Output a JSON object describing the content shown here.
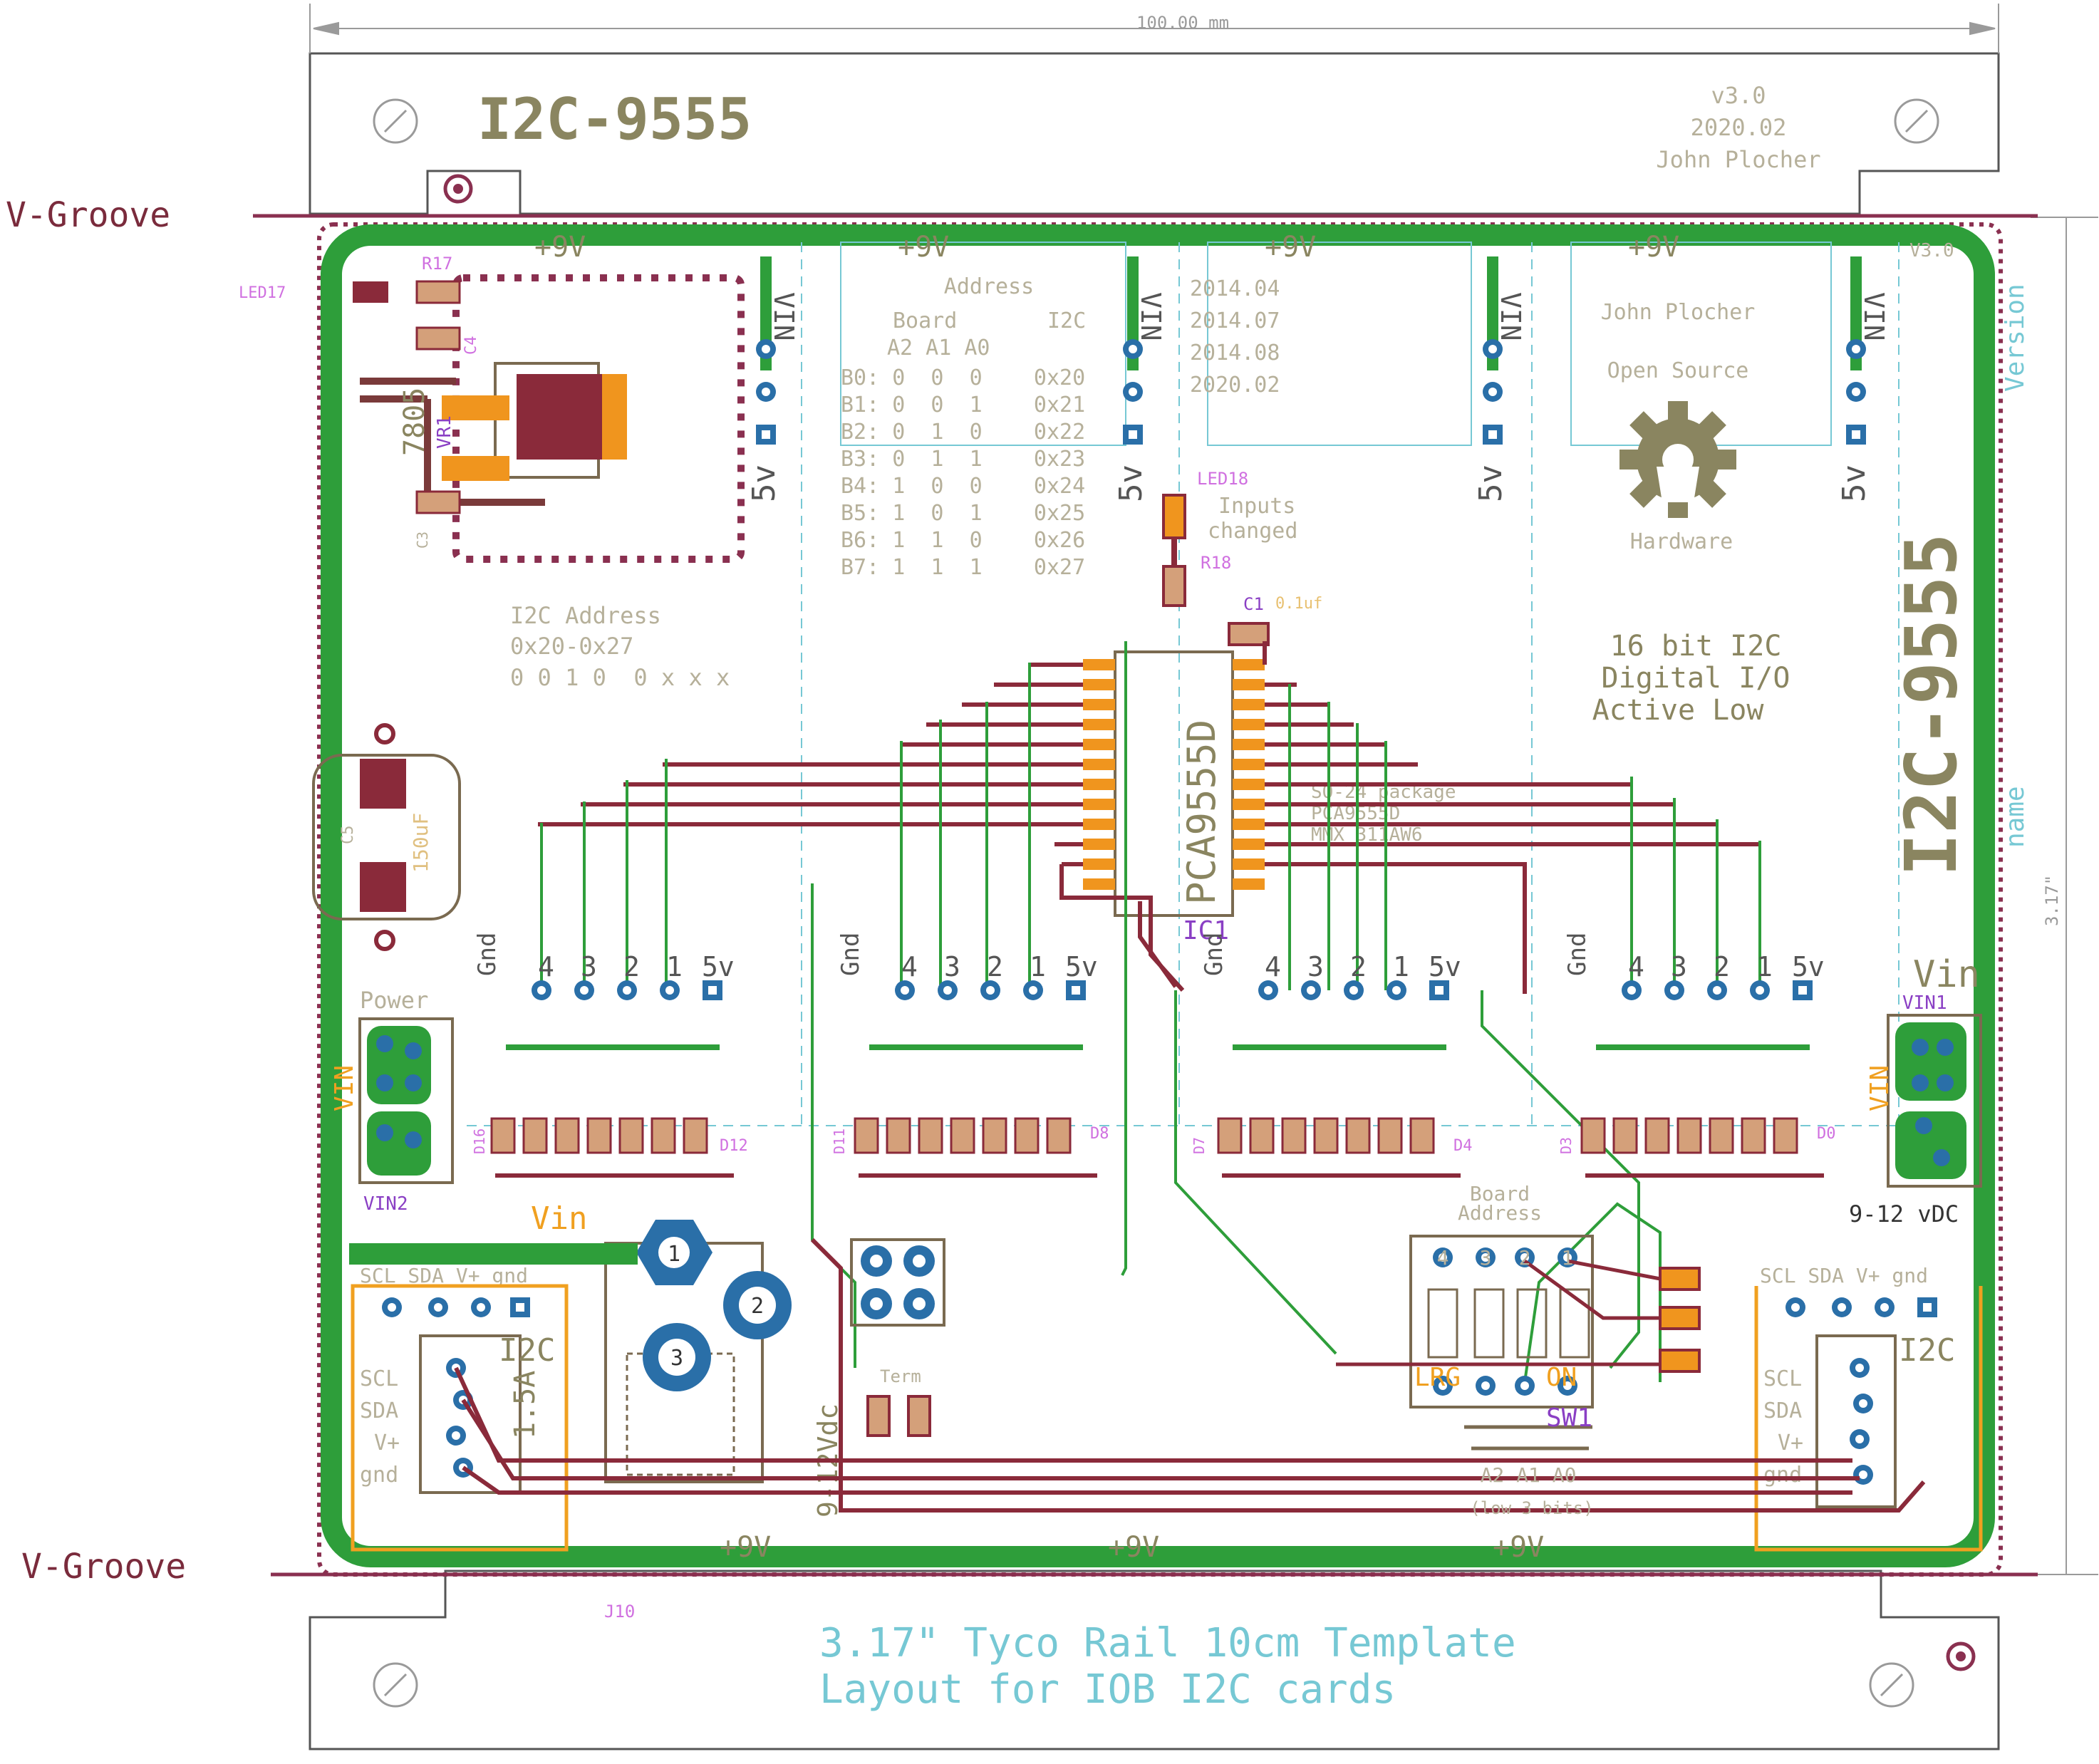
{
  "dimension_label": "100.00 mm",
  "height_label": "3.17\"",
  "top_left_title": "I2C-9555",
  "version_block": {
    "line1": "v3.0",
    "line2": "2020.02",
    "line3": "John Plocher"
  },
  "vgroove_top": "V-Groove",
  "vgroove_bottom": "V-Groove",
  "side_name": "I2C-9555",
  "side_version": "Version",
  "side_name_label": "name",
  "small_version": "V3.0",
  "led17": "LED17",
  "r17": "R17",
  "c4": "C4",
  "vr1": "VR1",
  "reg_part": "7805",
  "c5": "C5",
  "c5_value": "150uF",
  "c3": "C3",
  "plus9v": "+9V",
  "vin_label": "VIN",
  "fivev_label": "5v",
  "address_table": {
    "title": "Address",
    "header1": "Board",
    "header2": "I2C",
    "subheader": "A2 A1 A0",
    "rows": [
      "B0: 0  0  0    0x20",
      "B1: 0  0  1    0x21",
      "B2: 0  1  0    0x22",
      "B3: 0  1  1    0x23",
      "B4: 1  0  0    0x24",
      "B5: 1  0  1    0x25",
      "B6: 1  1  0    0x26",
      "B7: 1  1  1    0x27"
    ]
  },
  "dates": [
    "2014.04",
    "2014.07",
    "2014.08",
    "2020.02"
  ],
  "author": "John Plocher",
  "open_source": "Open Source",
  "hardware": "Hardware",
  "led18": "LED18",
  "inputs_changed": [
    "Inputs",
    "changed"
  ],
  "r18": "R18",
  "c1": "C1",
  "c1_value": "0.1uf",
  "i2c_address_block": {
    "line1": "I2C Address",
    "line2": "0x20-0x27",
    "line3": "0 0 1 0  0 x x x"
  },
  "description": [
    "16 bit I2C",
    "Digital I/O",
    "Active Low"
  ],
  "chip_label": "PCA9555D",
  "ic_ref": "IC1",
  "package_notes": [
    "SO-24 package",
    "PCA9555D",
    "MMX 311AW6"
  ],
  "header_labels": [
    "Gnd",
    "4",
    "3",
    "2",
    "1",
    "5v"
  ],
  "diode_refs": [
    "D16",
    "D12",
    "D8",
    "D4",
    "D0",
    "D11",
    "D7",
    "D3"
  ],
  "power_label": "Power",
  "vin1": "VIN1",
  "vin2": "VIN2",
  "vin_big": "Vin",
  "voltage_spec": "9-12 vDC",
  "jack_label": "9-12Vdc",
  "jack_pins": [
    "1",
    "2",
    "3"
  ],
  "i2c_conn": {
    "top_labels": "SCL SDA V+ gnd",
    "title": "I2C",
    "current": "1.5A",
    "side_labels": [
      "SCL",
      "SDA",
      "V+",
      "gnd"
    ]
  },
  "board_address": [
    "Board",
    "Address"
  ],
  "sw1": "SW1",
  "dip_numbers": [
    "4",
    "3",
    "2",
    "1"
  ],
  "sw_labels": {
    "left": "LRG",
    "right": "ON"
  },
  "a_bits": "A2 A1 A0",
  "a_bits_note": "(low 3 bits)",
  "term_label": "Term",
  "j10": "J10",
  "footer": {
    "line1": "3.17\" Tyco Rail 10cm Template",
    "line2": "Layout for IOB I2C cards"
  }
}
